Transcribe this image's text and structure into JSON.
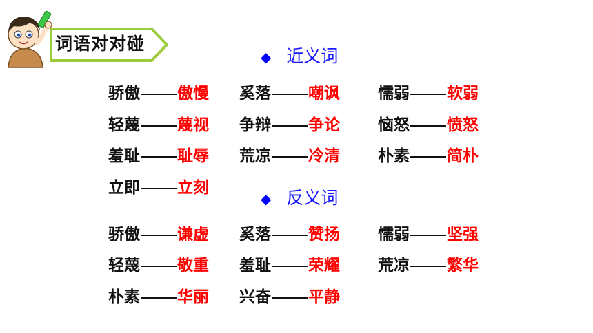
{
  "title": "词语对对碰",
  "synonyms": {
    "heading": "近义词",
    "pairs": [
      {
        "word": "骄傲",
        "answer": "傲慢"
      },
      {
        "word": "奚落",
        "answer": "嘲讽"
      },
      {
        "word": "懦弱",
        "answer": "软弱"
      },
      {
        "word": "轻蔑",
        "answer": "蔑视"
      },
      {
        "word": "争辩",
        "answer": "争论"
      },
      {
        "word": "恼怒",
        "answer": "愤怒"
      },
      {
        "word": "羞耻",
        "answer": "耻辱"
      },
      {
        "word": "荒凉",
        "answer": "冷清"
      },
      {
        "word": "朴素",
        "answer": "简朴"
      },
      {
        "word": "立即",
        "answer": "立刻"
      }
    ]
  },
  "antonyms": {
    "heading": "反义词",
    "pairs": [
      {
        "word": "骄傲",
        "answer": "谦虚"
      },
      {
        "word": "奚落",
        "answer": "赞扬"
      },
      {
        "word": "懦弱",
        "answer": "坚强"
      },
      {
        "word": "轻蔑",
        "answer": "敬重"
      },
      {
        "word": "羞耻",
        "answer": "荣耀"
      },
      {
        "word": "荒凉",
        "answer": "繁华"
      },
      {
        "word": "朴素",
        "answer": "华丽"
      },
      {
        "word": "兴奋",
        "answer": "平静"
      }
    ]
  },
  "colors": {
    "word": "#111111",
    "answer": "#ff0000",
    "heading": "#1a1aff",
    "tag_border": "#9ccc3c"
  }
}
